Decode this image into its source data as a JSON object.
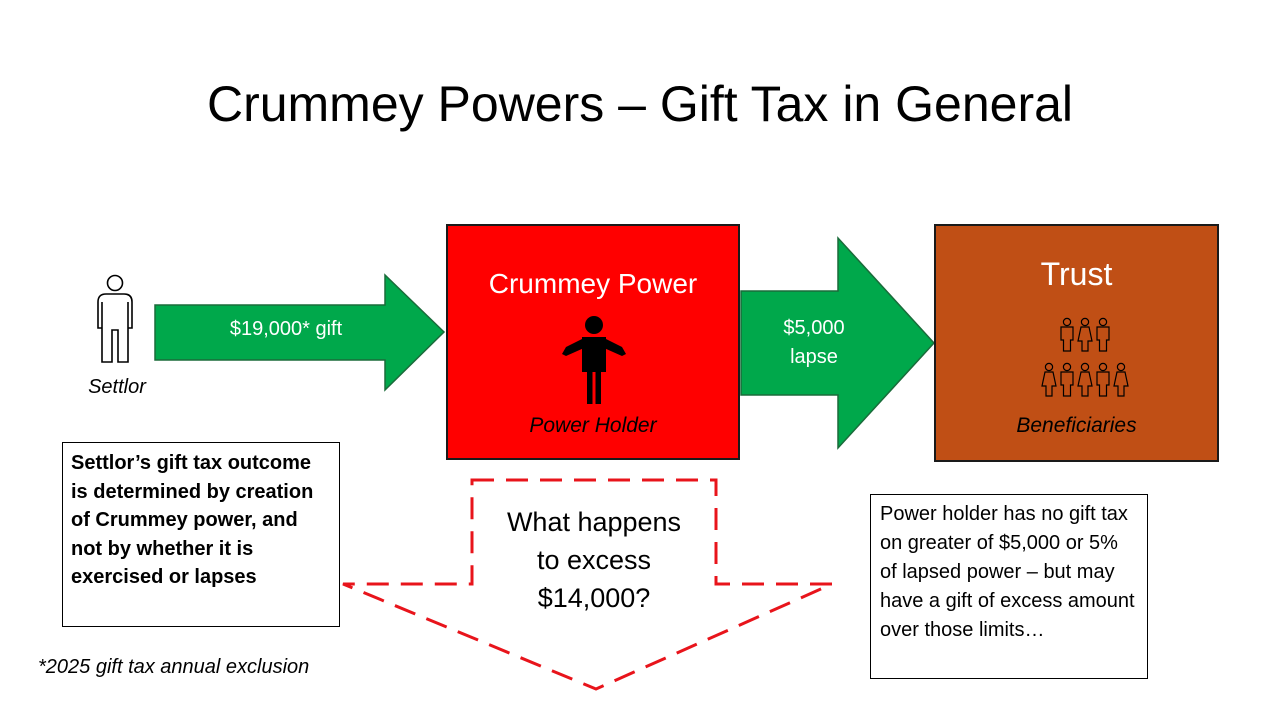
{
  "title": "Crummey Powers – Gift Tax in General",
  "diagram": {
    "settlor": {
      "label": "Settlor",
      "icon": "person-outline-icon"
    },
    "gift_arrow": {
      "label": "$19,000* gift",
      "color": "#00a84b"
    },
    "crummey_power": {
      "title": "Crummey Power",
      "subtitle": "Power Holder",
      "color": "#ff0000",
      "icon": "person-shrug-icon"
    },
    "lapse_arrow": {
      "label_line1": "$5,000",
      "label_line2": "lapse",
      "color": "#00a84b"
    },
    "trust": {
      "title": "Trust",
      "subtitle": "Beneficiaries",
      "color": "#c04f15",
      "icon": "group-of-people-icon"
    },
    "settlor_note": "Settlor’s gift tax outcome is determined by creation of Crummey power, and not by whether it is exercised or lapses",
    "question": {
      "line1": "What happens",
      "line2": "to excess",
      "line3": "$14,000?",
      "border_color": "#e8141b"
    },
    "holder_note": "Power holder has no gift tax on greater of $5,000 or 5% of lapsed power – but may have a gift of excess amount over those limits…",
    "footnote": "*2025 gift tax annual exclusion"
  }
}
